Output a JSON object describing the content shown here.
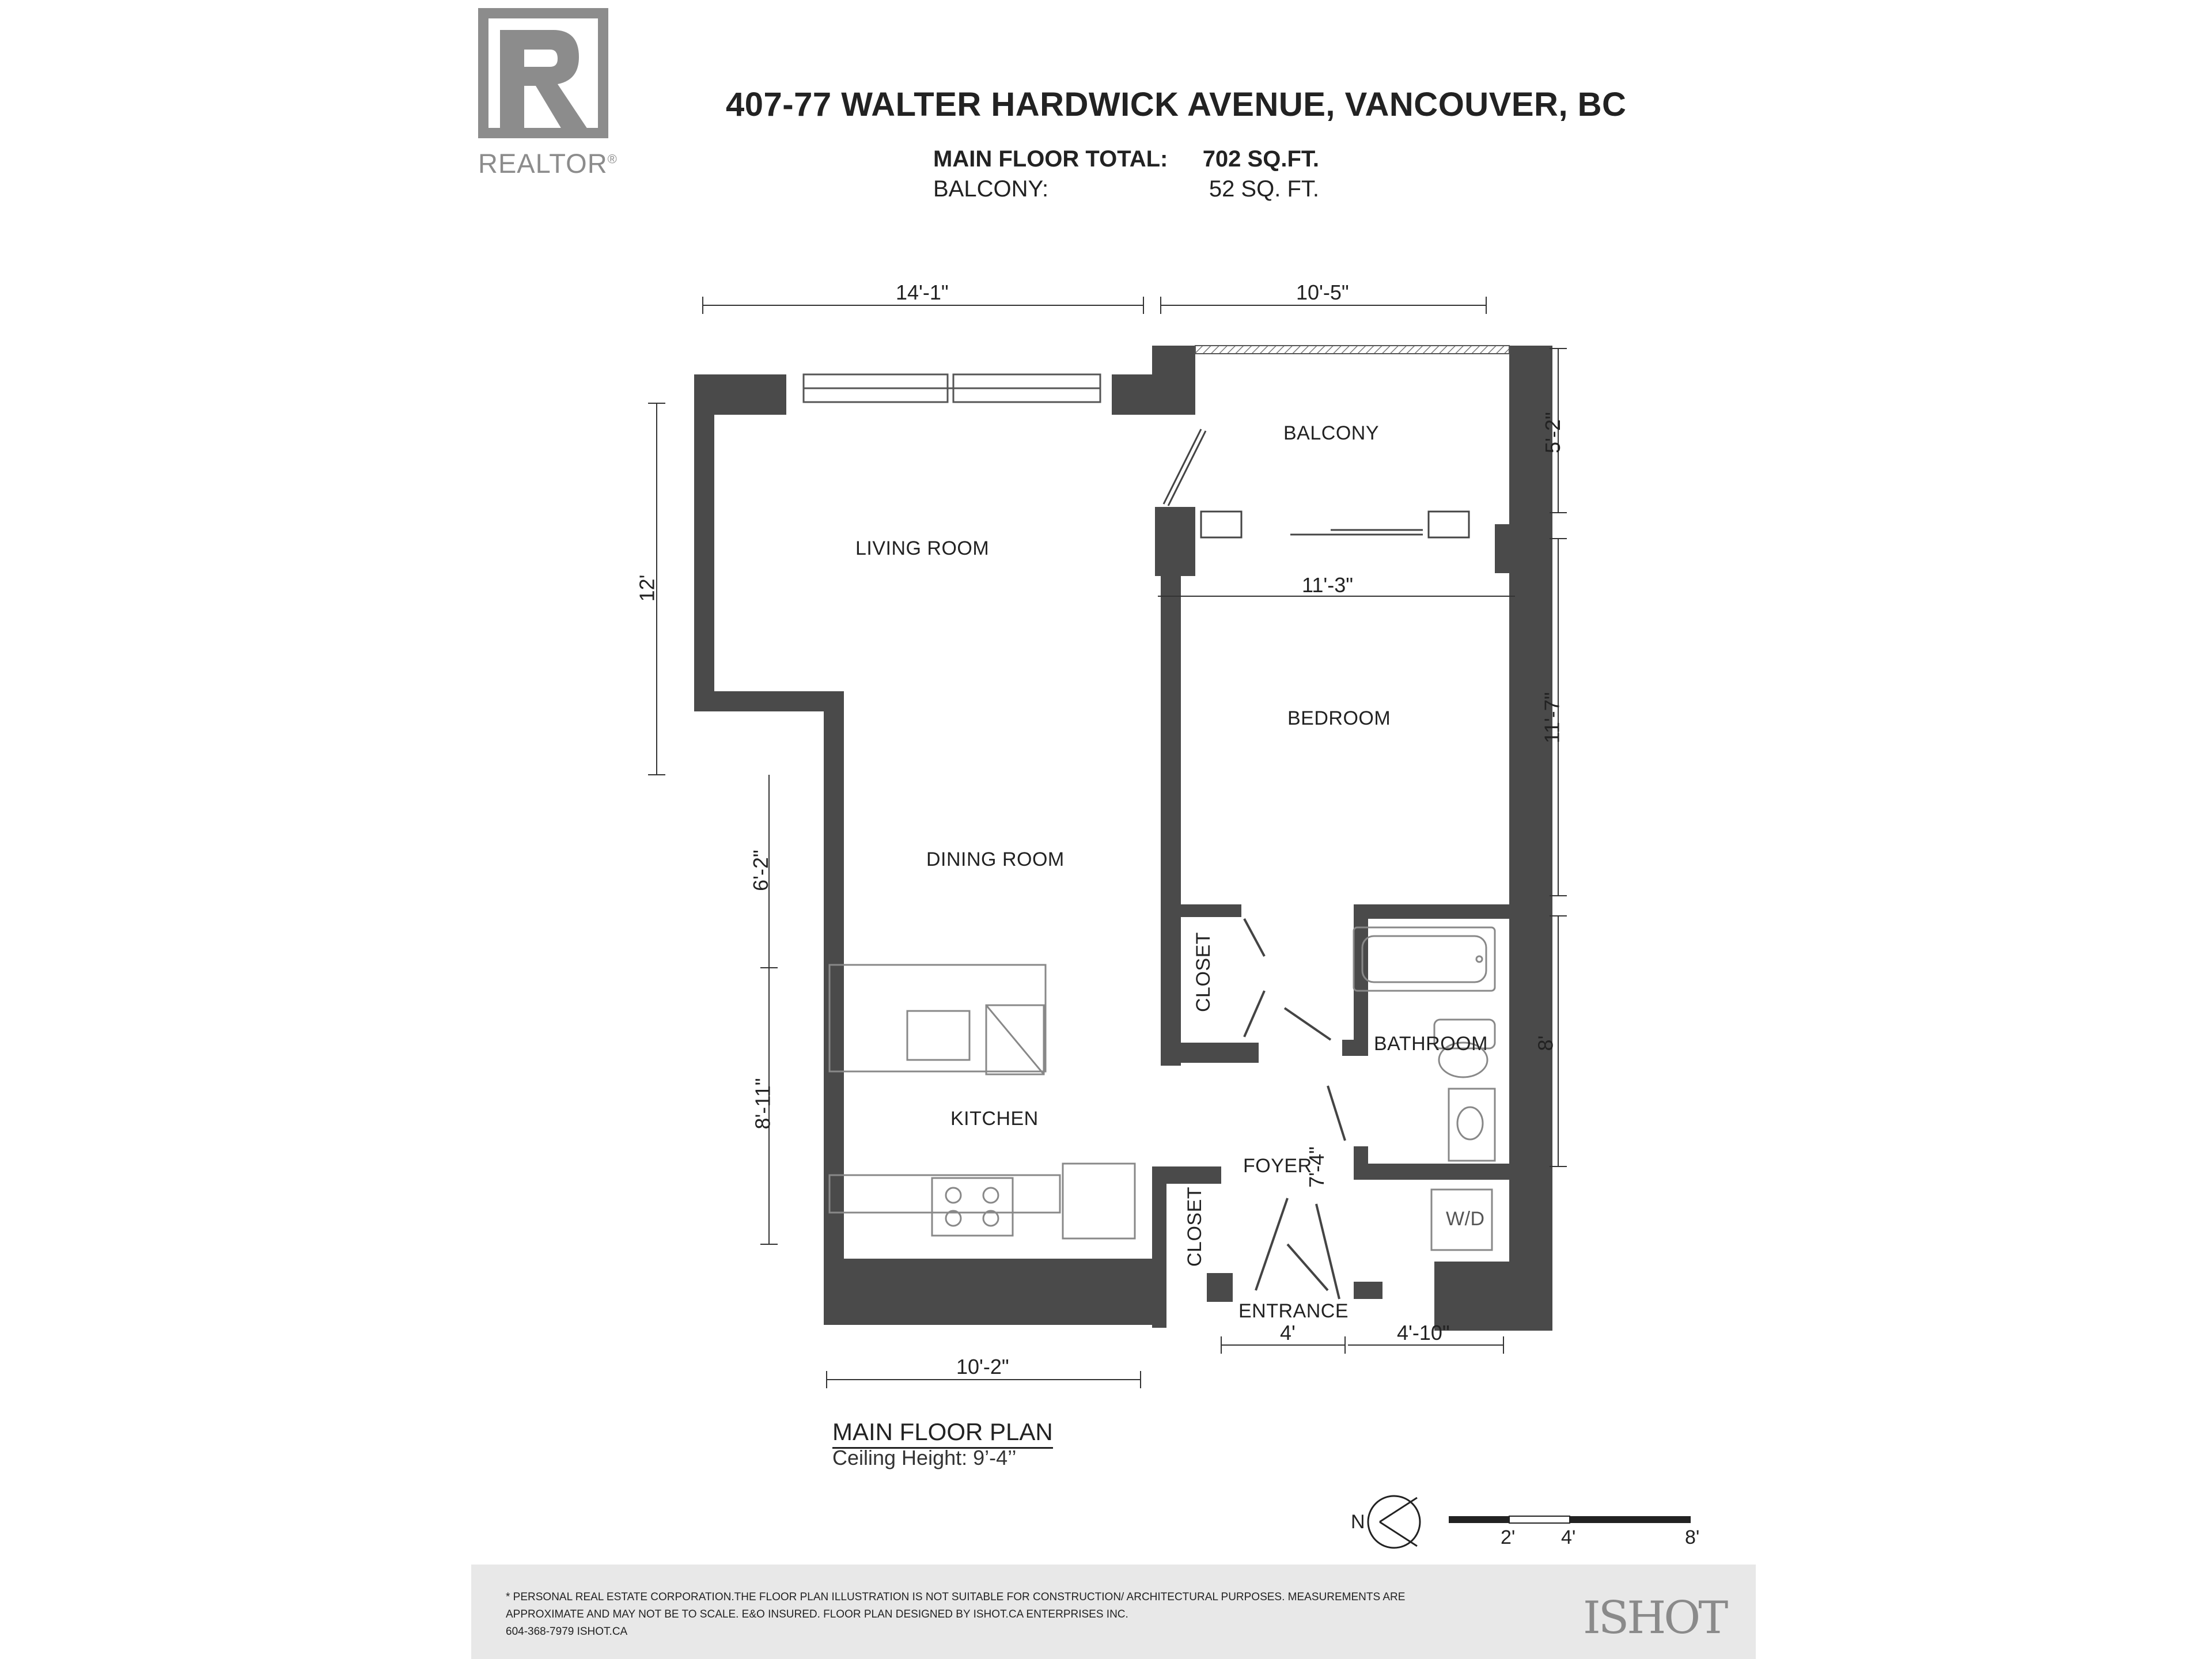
{
  "logo": {
    "word": "REALTOR",
    "mark": "®",
    "icon": "realtor-r-icon"
  },
  "header": {
    "address": "407-77 WALTER HARDWICK AVENUE, VANCOUVER, BC",
    "areas": [
      {
        "label": "MAIN FLOOR TOTAL:",
        "value": "702 SQ.FT."
      },
      {
        "label": "BALCONY:",
        "value": "52 SQ. FT."
      }
    ]
  },
  "rooms": {
    "balcony": "BALCONY",
    "living_room": "LIVING ROOM",
    "bedroom": "BEDROOM",
    "dining_room": "DINING ROOM",
    "closet_1": "CLOSET",
    "bathroom": "BATHROOM",
    "kitchen": "KITCHEN",
    "foyer": "FOYER",
    "closet_2": "CLOSET",
    "washer_dryer": "W/D",
    "entrance": "ENTRANCE"
  },
  "dimensions": {
    "top_left": "14'-1\"",
    "top_right": "10'-5\"",
    "balcony_depth": "5'-2\"",
    "living_height": "12'",
    "bedroom_width": "11'-3\"",
    "bedroom_depth": "11'-7\"",
    "dining_depth": "6'-2\"",
    "bathroom_depth": "8'",
    "kitchen_depth": "8'-11\"",
    "foyer_depth": "7'-4\"",
    "entrance_width": "4'",
    "laundry_width": "4'-10\"",
    "kitchen_width": "10'-2\""
  },
  "plan": {
    "title": "MAIN FLOOR PLAN",
    "ceiling": "Ceiling Height: 9’-4’’"
  },
  "compass": {
    "label": "N",
    "icon": "north-arrow-icon"
  },
  "scale_bar": {
    "ticks": [
      "2'",
      "4'",
      "8'"
    ]
  },
  "footer": {
    "disclaimer": "* Personal Real Estate Corporation.The floor plan illustration is not suitable for construction/ architectural purposes. Measurements are approximate and may not be to scale. E&O insured. Floor plan designed by ishot.ca enterprises inc.",
    "contact": "604-368-7979  ISHOT.CA",
    "brand": "ISHOT"
  },
  "colors": {
    "wall": "#4a4a4a",
    "logo_gray": "#8c8c8c",
    "footer_bg": "#e8e8e8"
  }
}
